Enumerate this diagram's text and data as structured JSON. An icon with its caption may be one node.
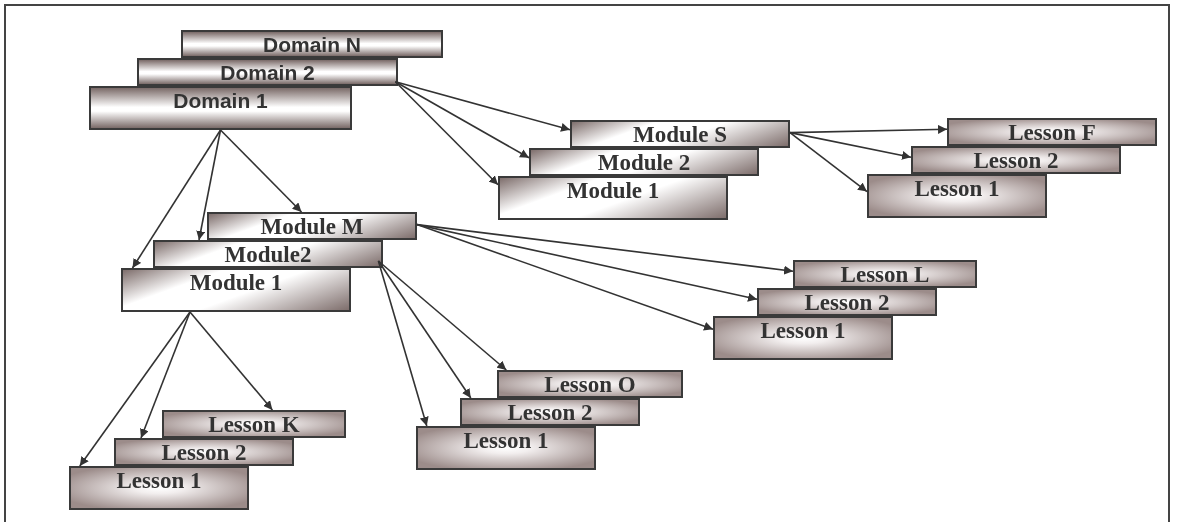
{
  "diagram": {
    "nodes": [
      {
        "text": [
          "Domain N"
        ]
      },
      {
        "text": [
          "Domain 2"
        ]
      },
      {
        "text": [
          "Domain 1"
        ]
      },
      {
        "text": [
          "Module S"
        ]
      },
      {
        "text": [
          "Module 2"
        ]
      },
      {
        "text": [
          "Module 1"
        ]
      },
      {
        "text": [
          "Lesson F"
        ]
      },
      {
        "text": [
          "Lesson 2"
        ]
      },
      {
        "text": [
          "Lesson 1"
        ]
      },
      {
        "text": [
          "Module M"
        ]
      },
      {
        "text": [
          "Module2"
        ]
      },
      {
        "text": [
          "Module 1"
        ]
      },
      {
        "text": [
          "Lesson L"
        ]
      },
      {
        "text": [
          "Lesson 2"
        ]
      },
      {
        "text": [
          "Lesson 1"
        ]
      },
      {
        "text": [
          "Lesson K"
        ]
      },
      {
        "text": [
          "Lesson 2"
        ]
      },
      {
        "text": [
          "Lesson 1"
        ]
      },
      {
        "text": [
          "Lesson O"
        ]
      },
      {
        "text": [
          "Lesson 2"
        ]
      },
      {
        "text": [
          "Lesson 1"
        ]
      }
    ],
    "edges": [
      {
        "from": 1,
        "to": 3,
        "arrow": "to"
      },
      {
        "from": 1,
        "to": 4,
        "arrow": "to"
      },
      {
        "from": 1,
        "to": 5,
        "arrow": "to"
      },
      {
        "from": 3,
        "to": 6,
        "arrow": "to"
      },
      {
        "from": 3,
        "to": 7,
        "arrow": "to"
      },
      {
        "from": 3,
        "to": 8,
        "arrow": "to"
      },
      {
        "from": 2,
        "to": 9,
        "arrow": "to"
      },
      {
        "from": 2,
        "to": 10,
        "arrow": "to"
      },
      {
        "from": 2,
        "to": 11,
        "arrow": "to"
      },
      {
        "from": 9,
        "to": 12,
        "arrow": "to"
      },
      {
        "from": 9,
        "to": 13,
        "arrow": "to"
      },
      {
        "from": 9,
        "to": 14,
        "arrow": "to"
      },
      {
        "from": 11,
        "to": 15,
        "arrow": "to"
      },
      {
        "from": 11,
        "to": 16,
        "arrow": "to"
      },
      {
        "from": 11,
        "to": 17,
        "arrow": "to"
      },
      {
        "from": 10,
        "to": 18,
        "arrow": "to"
      },
      {
        "from": 10,
        "to": 19,
        "arrow": "to"
      },
      {
        "from": 10,
        "to": 20,
        "arrow": "to"
      }
    ]
  }
}
